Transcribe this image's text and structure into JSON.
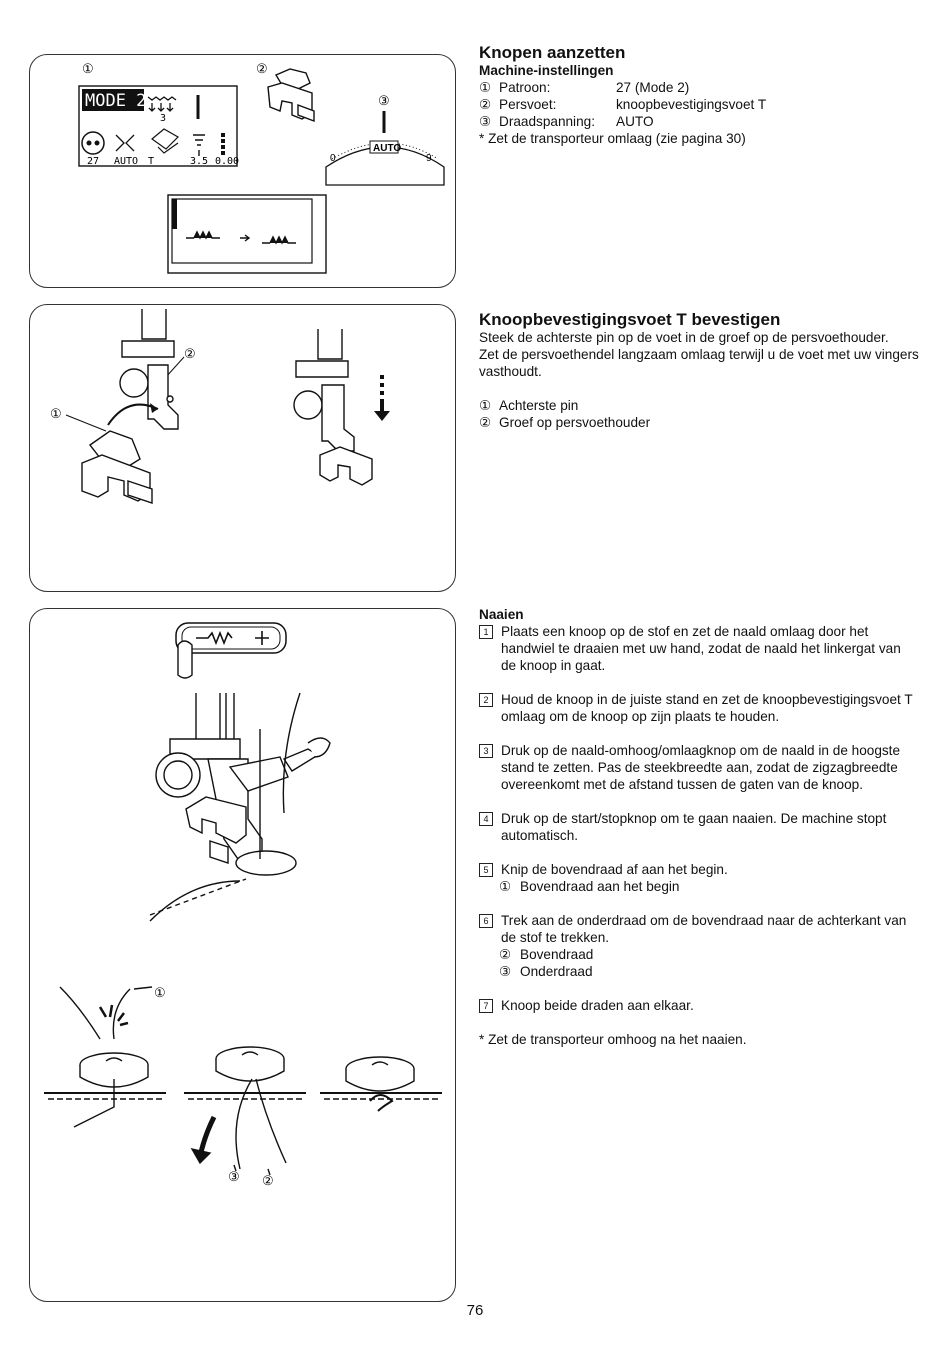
{
  "section1": {
    "title": "Knopen aanzetten",
    "subtitle": "Machine-instellingen",
    "settings": [
      {
        "num": "①",
        "label": "Patroon:",
        "value": "27 (Mode 2)"
      },
      {
        "num": "②",
        "label": "Persvoet:",
        "value": "knoopbevestigingsvoet T"
      },
      {
        "num": "③",
        "label": "Draadspanning:",
        "value": "AUTO"
      }
    ],
    "note": "* Zet de transporteur omlaag (zie pagina 30)",
    "callouts": [
      "①",
      "②",
      "③"
    ],
    "lcd": {
      "mode": "MODE 2",
      "pattern": "27",
      "tension": "AUTO",
      "foot": "T",
      "length": "3.5",
      "width": "0.00",
      "sub": "3"
    },
    "dial": {
      "left": "0",
      "center": "AUTO",
      "right": "9"
    }
  },
  "section2": {
    "title": "Knoopbevestigingsvoet T bevestigen",
    "para1": "Steek de achterste pin op de voet in de groef op de persvoethouder.",
    "para2": "Zet de persvoethendel langzaam omlaag terwijl u de voet met uw vingers vasthoudt.",
    "items": [
      {
        "num": "①",
        "text": "Achterste pin"
      },
      {
        "num": "②",
        "text": "Groef op persvoethouder"
      }
    ],
    "callouts": [
      "①",
      "②"
    ]
  },
  "section3": {
    "title": "Naaien",
    "steps": [
      {
        "num": "1",
        "text": "Plaats een knoop op de stof en zet de naald omlaag door het handwiel te draaien met uw hand, zodat de naald het linkergat van de knoop in gaat."
      },
      {
        "num": "2",
        "text": "Houd de knoop in de juiste stand en zet de knoopbevestigingsvoet T omlaag om de knoop op zijn plaats te houden."
      },
      {
        "num": "3",
        "text": "Druk op de naald-omhoog/omlaagknop om de naald in de hoogste stand te zetten. Pas de steekbreedte aan, zodat de zigzagbreedte overeenkomt met de afstand tussen de gaten van de knoop."
      },
      {
        "num": "4",
        "text": "Druk op de start/stopknop om te gaan naaien. De machine stopt automatisch."
      },
      {
        "num": "5",
        "text": "Knip de bovendraad af aan het begin."
      },
      {
        "num": "6",
        "text": "Trek aan de onderdraad om de bovendraad naar de achterkant van de stof te trekken."
      },
      {
        "num": "7",
        "text": "Knoop beide draden aan elkaar."
      }
    ],
    "sub5": [
      {
        "num": "①",
        "text": "Bovendraad aan het begin"
      }
    ],
    "sub6": [
      {
        "num": "②",
        "text": "Bovendraad"
      },
      {
        "num": "③",
        "text": "Onderdraad"
      }
    ],
    "note": "*  Zet de transporteur omhoog na het naaien.",
    "callouts": [
      "①",
      "③",
      "②"
    ]
  },
  "page_number": "76"
}
